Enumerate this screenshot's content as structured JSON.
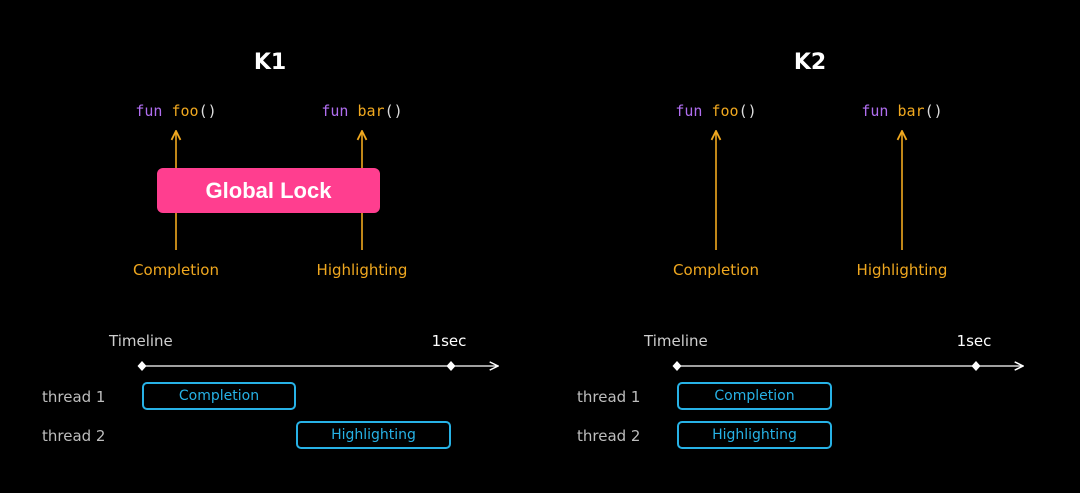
{
  "k1": {
    "title": "K1",
    "funcs": [
      {
        "keyword": "fun",
        "name": "foo",
        "parens": "()"
      },
      {
        "keyword": "fun",
        "name": "bar",
        "parens": "()"
      }
    ],
    "sources": [
      "Completion",
      "Highlighting"
    ],
    "lock_label": "Global Lock",
    "timeline_label": "Timeline",
    "end_label": "1sec",
    "threads": [
      "thread 1",
      "thread 2"
    ],
    "tasks": [
      "Completion",
      "Highlighting"
    ]
  },
  "k2": {
    "title": "K2",
    "funcs": [
      {
        "keyword": "fun",
        "name": "foo",
        "parens": "()"
      },
      {
        "keyword": "fun",
        "name": "bar",
        "parens": "()"
      }
    ],
    "sources": [
      "Completion",
      "Highlighting"
    ],
    "timeline_label": "Timeline",
    "end_label": "1sec",
    "threads": [
      "thread 1",
      "thread 2"
    ],
    "tasks": [
      "Completion",
      "Highlighting"
    ]
  },
  "colors": {
    "background": "#000000",
    "keyword": "#b06ef0",
    "function": "#f0a81f",
    "arrow": "#f0a81f",
    "lock": "#ff3e8f",
    "task": "#27b2e6",
    "timeline": "#ffffff"
  }
}
